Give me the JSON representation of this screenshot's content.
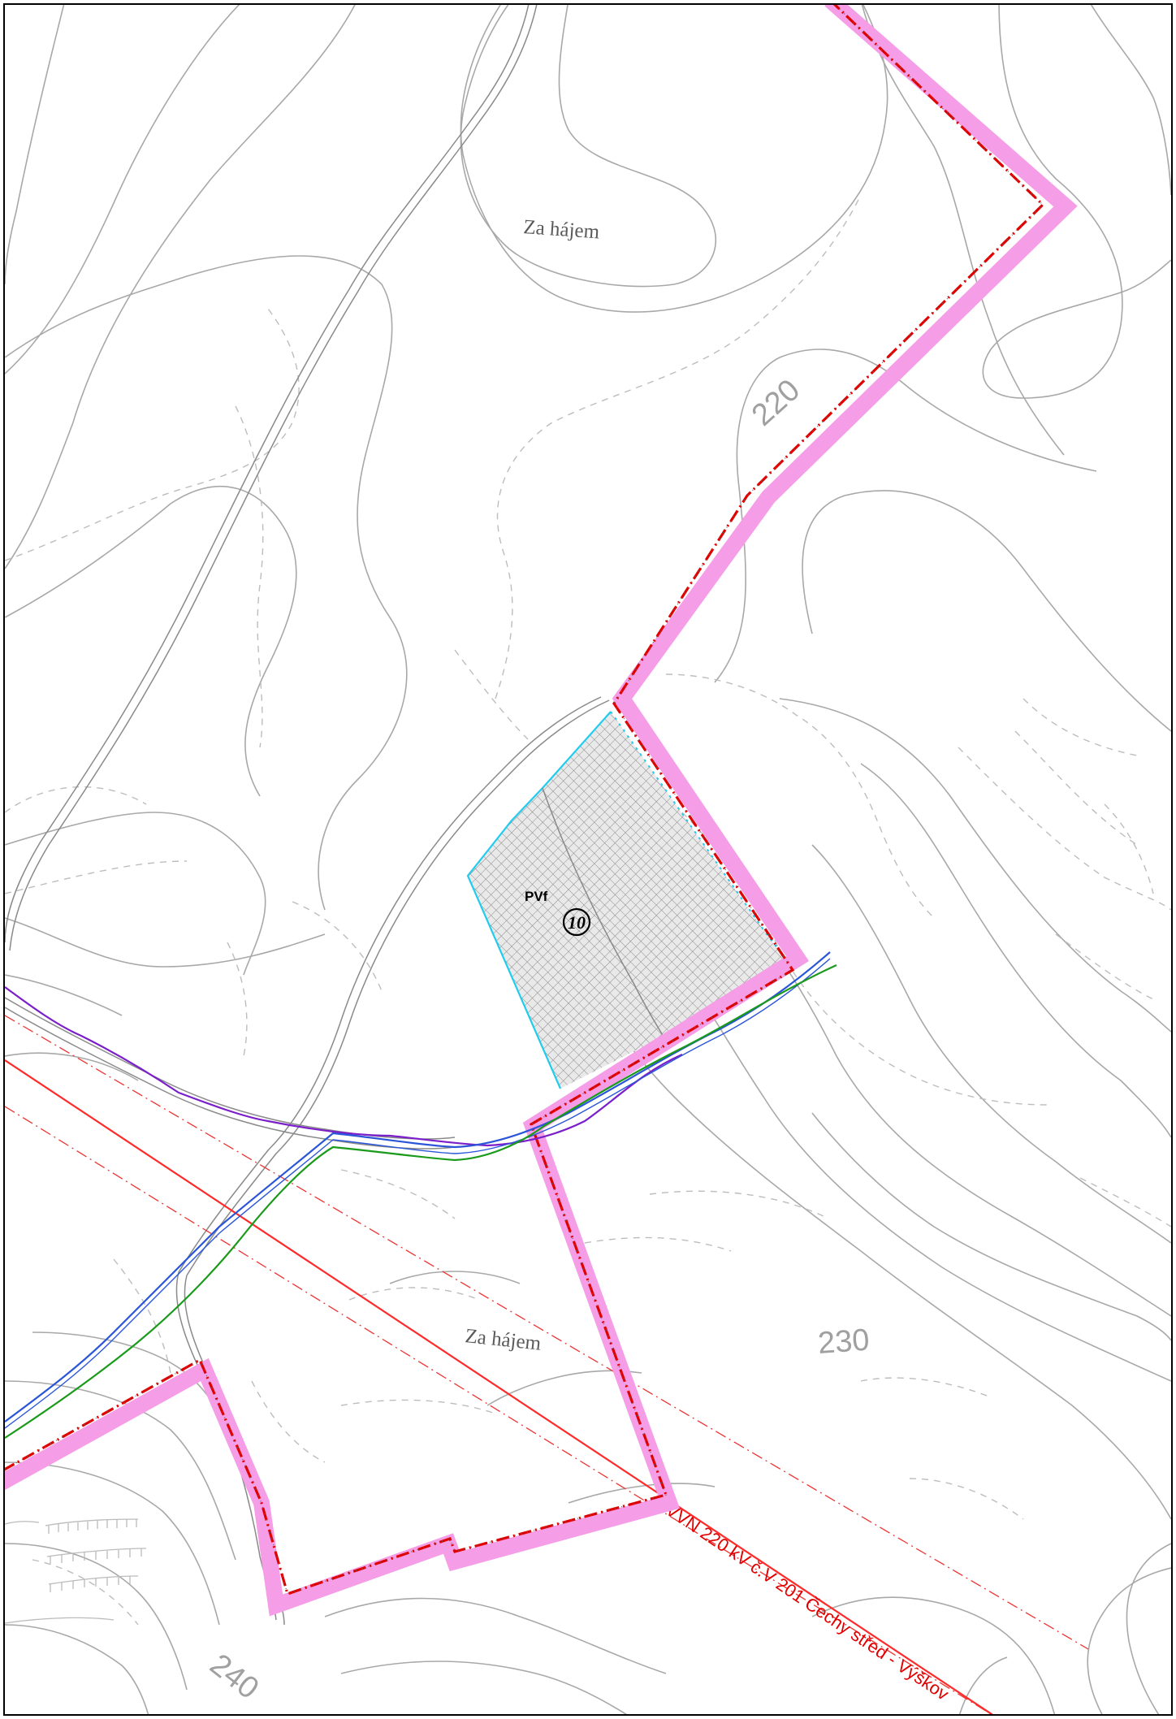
{
  "map": {
    "place_names": {
      "north": "Za hájem",
      "south": "Za hájem"
    },
    "contour_labels": {
      "c220": "220",
      "c230": "230",
      "c240": "240"
    },
    "zone": {
      "code": "PVf",
      "number": "10"
    },
    "power_line_label": "VVN 220 kV  č.V 201  Čechy střed - Výškov",
    "colors": {
      "boundary_strip": "#f59de6",
      "boundary_line": "#e10000",
      "power_line": "#ff2a2a",
      "zone_outline": "#22ccee",
      "pipeline_purple": "#7a1fc9",
      "pipeline_blue": "#2a55d9",
      "pipeline_green": "#1a9a1a",
      "contour": "#a8a8a8"
    }
  }
}
